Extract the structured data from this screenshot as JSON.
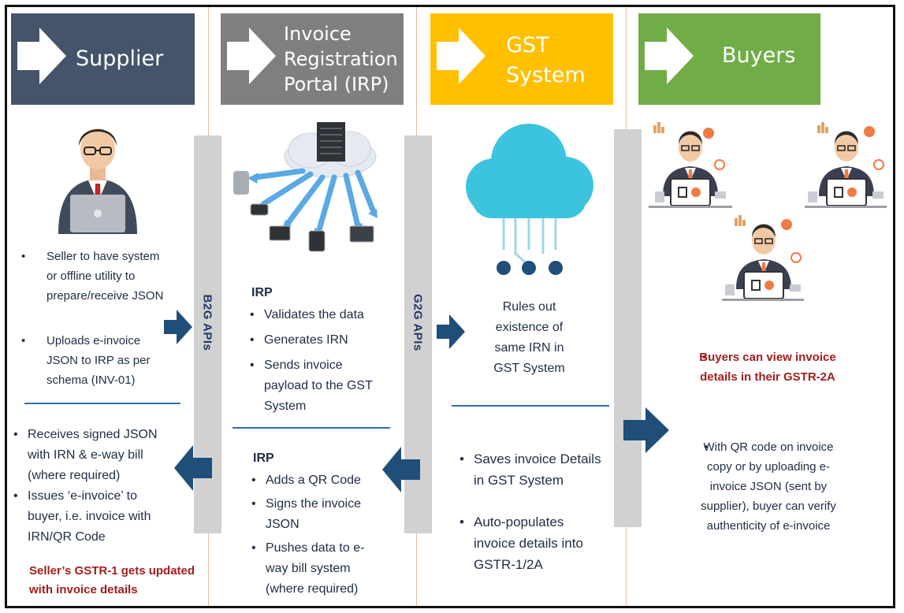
{
  "columns": {
    "supplier": {
      "title": "Supplier",
      "color": "#44546a"
    },
    "irp": {
      "title_lines": [
        "Invoice",
        "Registration",
        "Portal (IRP)"
      ],
      "color": "#7f7f7f"
    },
    "gst": {
      "title_lines": [
        "GST",
        "System"
      ],
      "color": "#ffc000"
    },
    "buyers": {
      "title": "Buyers",
      "color": "#70ad47"
    }
  },
  "apis": {
    "b2g": "B2G APIs",
    "g2g": "G2G APIs"
  },
  "supplier": {
    "points_top": [
      "Seller to have system or offline utility to prepare/receive  JSON",
      "Uploads e-invoice JSON to IRP as per schema (INV-01)"
    ],
    "points_bottom": [
      "Receives signed JSON with IRN & e-way bill (where required)",
      "Issues ‘e-invoice’ to buyer, i.e. invoice with IRN/QR Code"
    ],
    "note": "Seller’s GSTR-1 gets updated with invoice details"
  },
  "irp": {
    "top_heading": "IRP",
    "top_points": [
      "Validates the data",
      "Generates IRN",
      "Sends invoice payload to the GST System"
    ],
    "bottom_heading": "IRP",
    "bottom_points": [
      "Adds a QR Code",
      "Signs the invoice JSON",
      "Pushes data to e-way bill system (where required)"
    ]
  },
  "gst": {
    "top_text": "Rules out existence of same IRN in GST System",
    "bottom_points": [
      "Saves invoice Details in GST System",
      "Auto-populates invoice details into GSTR-1/2A"
    ]
  },
  "buyers": {
    "highlight": "Buyers can view invoice details in their GSTR-2A",
    "point": "With QR code on invoice copy or by uploading e-invoice JSON (sent by supplier), buyer can verify authenticity of e-invoice"
  },
  "icons": [
    "chevron-right-icon",
    "businessman-laptop-icon",
    "cloud-server-network-icon",
    "cloud-icon",
    "buyer-desk-icon",
    "arrow-right-icon",
    "arrow-left-icon"
  ]
}
